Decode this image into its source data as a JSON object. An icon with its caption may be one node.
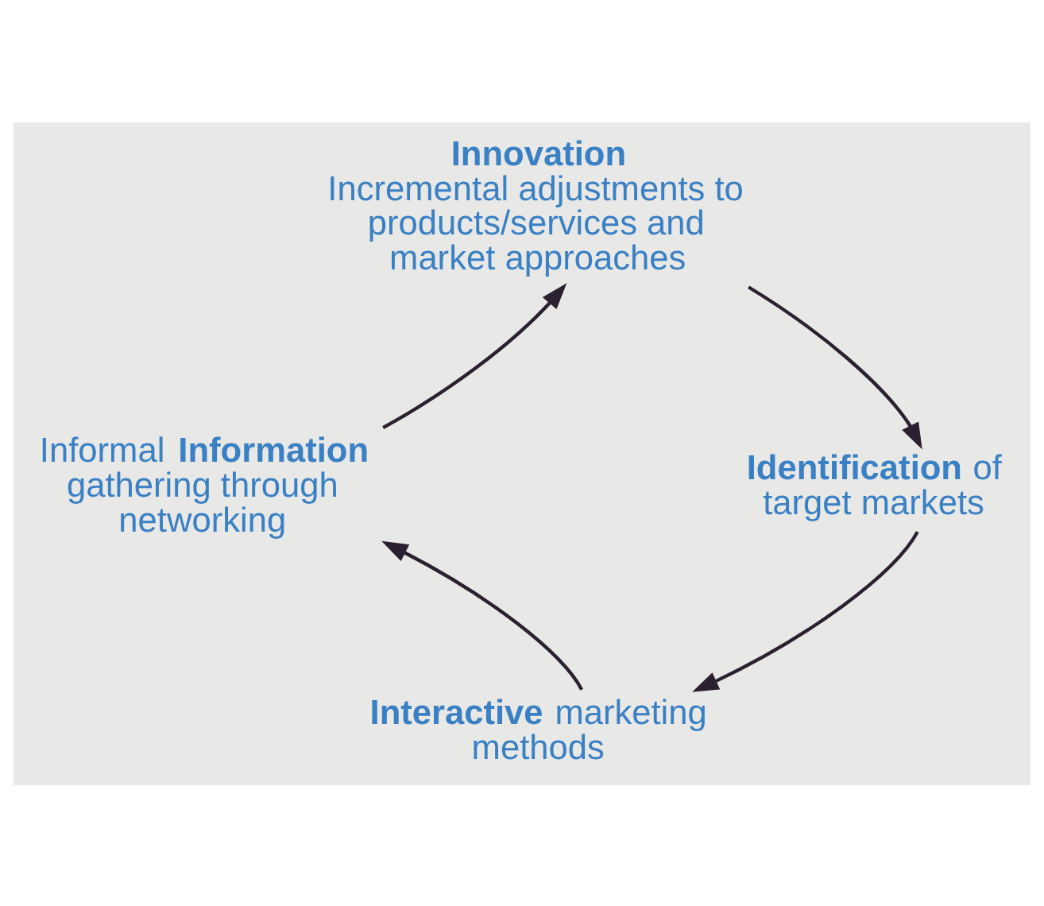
{
  "diagram": {
    "nodes": [
      {
        "text": [
          "**Innovation**",
          "Incremental adjustments to products/services and market approaches"
        ]
      },
      {
        "text": [
          "Informal **Information** gathering through networking"
        ]
      },
      {
        "text": [
          "**Identification** of target markets"
        ]
      },
      {
        "text": [
          "**Interactive** marketing methods"
        ]
      }
    ],
    "edges": [
      {
        "from": 0,
        "to": 2,
        "arrow": "to"
      },
      {
        "from": 2,
        "to": 3,
        "arrow": "to"
      },
      {
        "from": 3,
        "to": 1,
        "arrow": "to"
      },
      {
        "from": 1,
        "to": 0,
        "arrow": "to"
      }
    ]
  }
}
